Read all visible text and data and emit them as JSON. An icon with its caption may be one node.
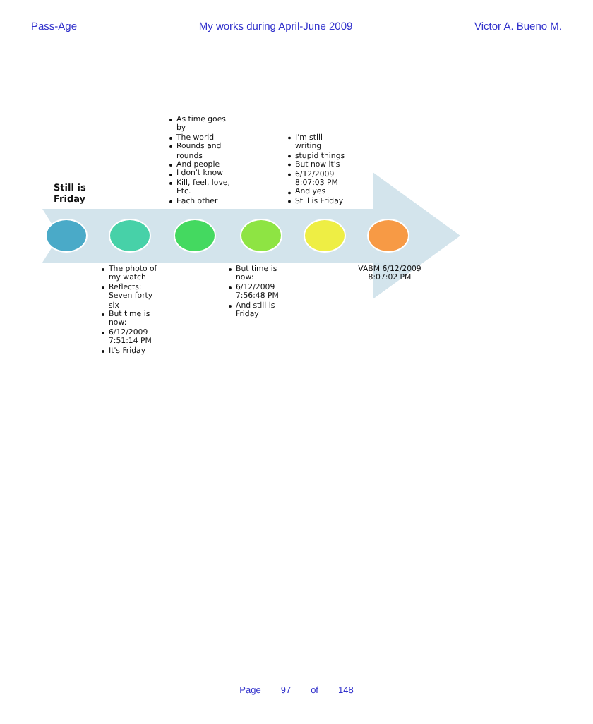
{
  "diagram": {
    "nodes": [
      {
        "text": [],
        "shape": "arrow"
      },
      {
        "text": [],
        "shape": "circle",
        "in": 0
      },
      {
        "text": [],
        "shape": "circle",
        "in": 0
      },
      {
        "text": [],
        "shape": "circle",
        "in": 0
      },
      {
        "text": [],
        "shape": "circle",
        "in": 0
      },
      {
        "text": [],
        "shape": "circle",
        "in": 0
      },
      {
        "text": [],
        "shape": "circle",
        "in": 0
      },
      {
        "text": [
          "Still is Friday"
        ]
      },
      {
        "text": [
          "As time goes by",
          "The world",
          "Rounds and rounds",
          "And people",
          "I don't know",
          "Kill, feel, love, Etc.",
          "Each other"
        ]
      },
      {
        "text": [
          "I'm still writing",
          "stupid things",
          "But now it's",
          "6/12/2009 8:07:03 PM",
          "And yes",
          "Still is Friday"
        ]
      },
      {
        "text": [
          "The photo of my watch",
          "Reflects: Seven forty six",
          "But time is now:",
          "6/12/2009 7:51:14 PM",
          "It's Friday"
        ]
      },
      {
        "text": [
          "But time is now:",
          "6/12/2009 7:56:48 PM",
          "And still is Friday"
        ]
      },
      {
        "text": [
          "VABM 6/12/2009 8:07:02 PM"
        ],
        "in": 0
      }
    ],
    "labels": [
      "Pass-Age",
      "My works during April-June 2009",
      "Victor A. Bueno M.",
      "Page",
      "97",
      "of",
      "148"
    ]
  }
}
